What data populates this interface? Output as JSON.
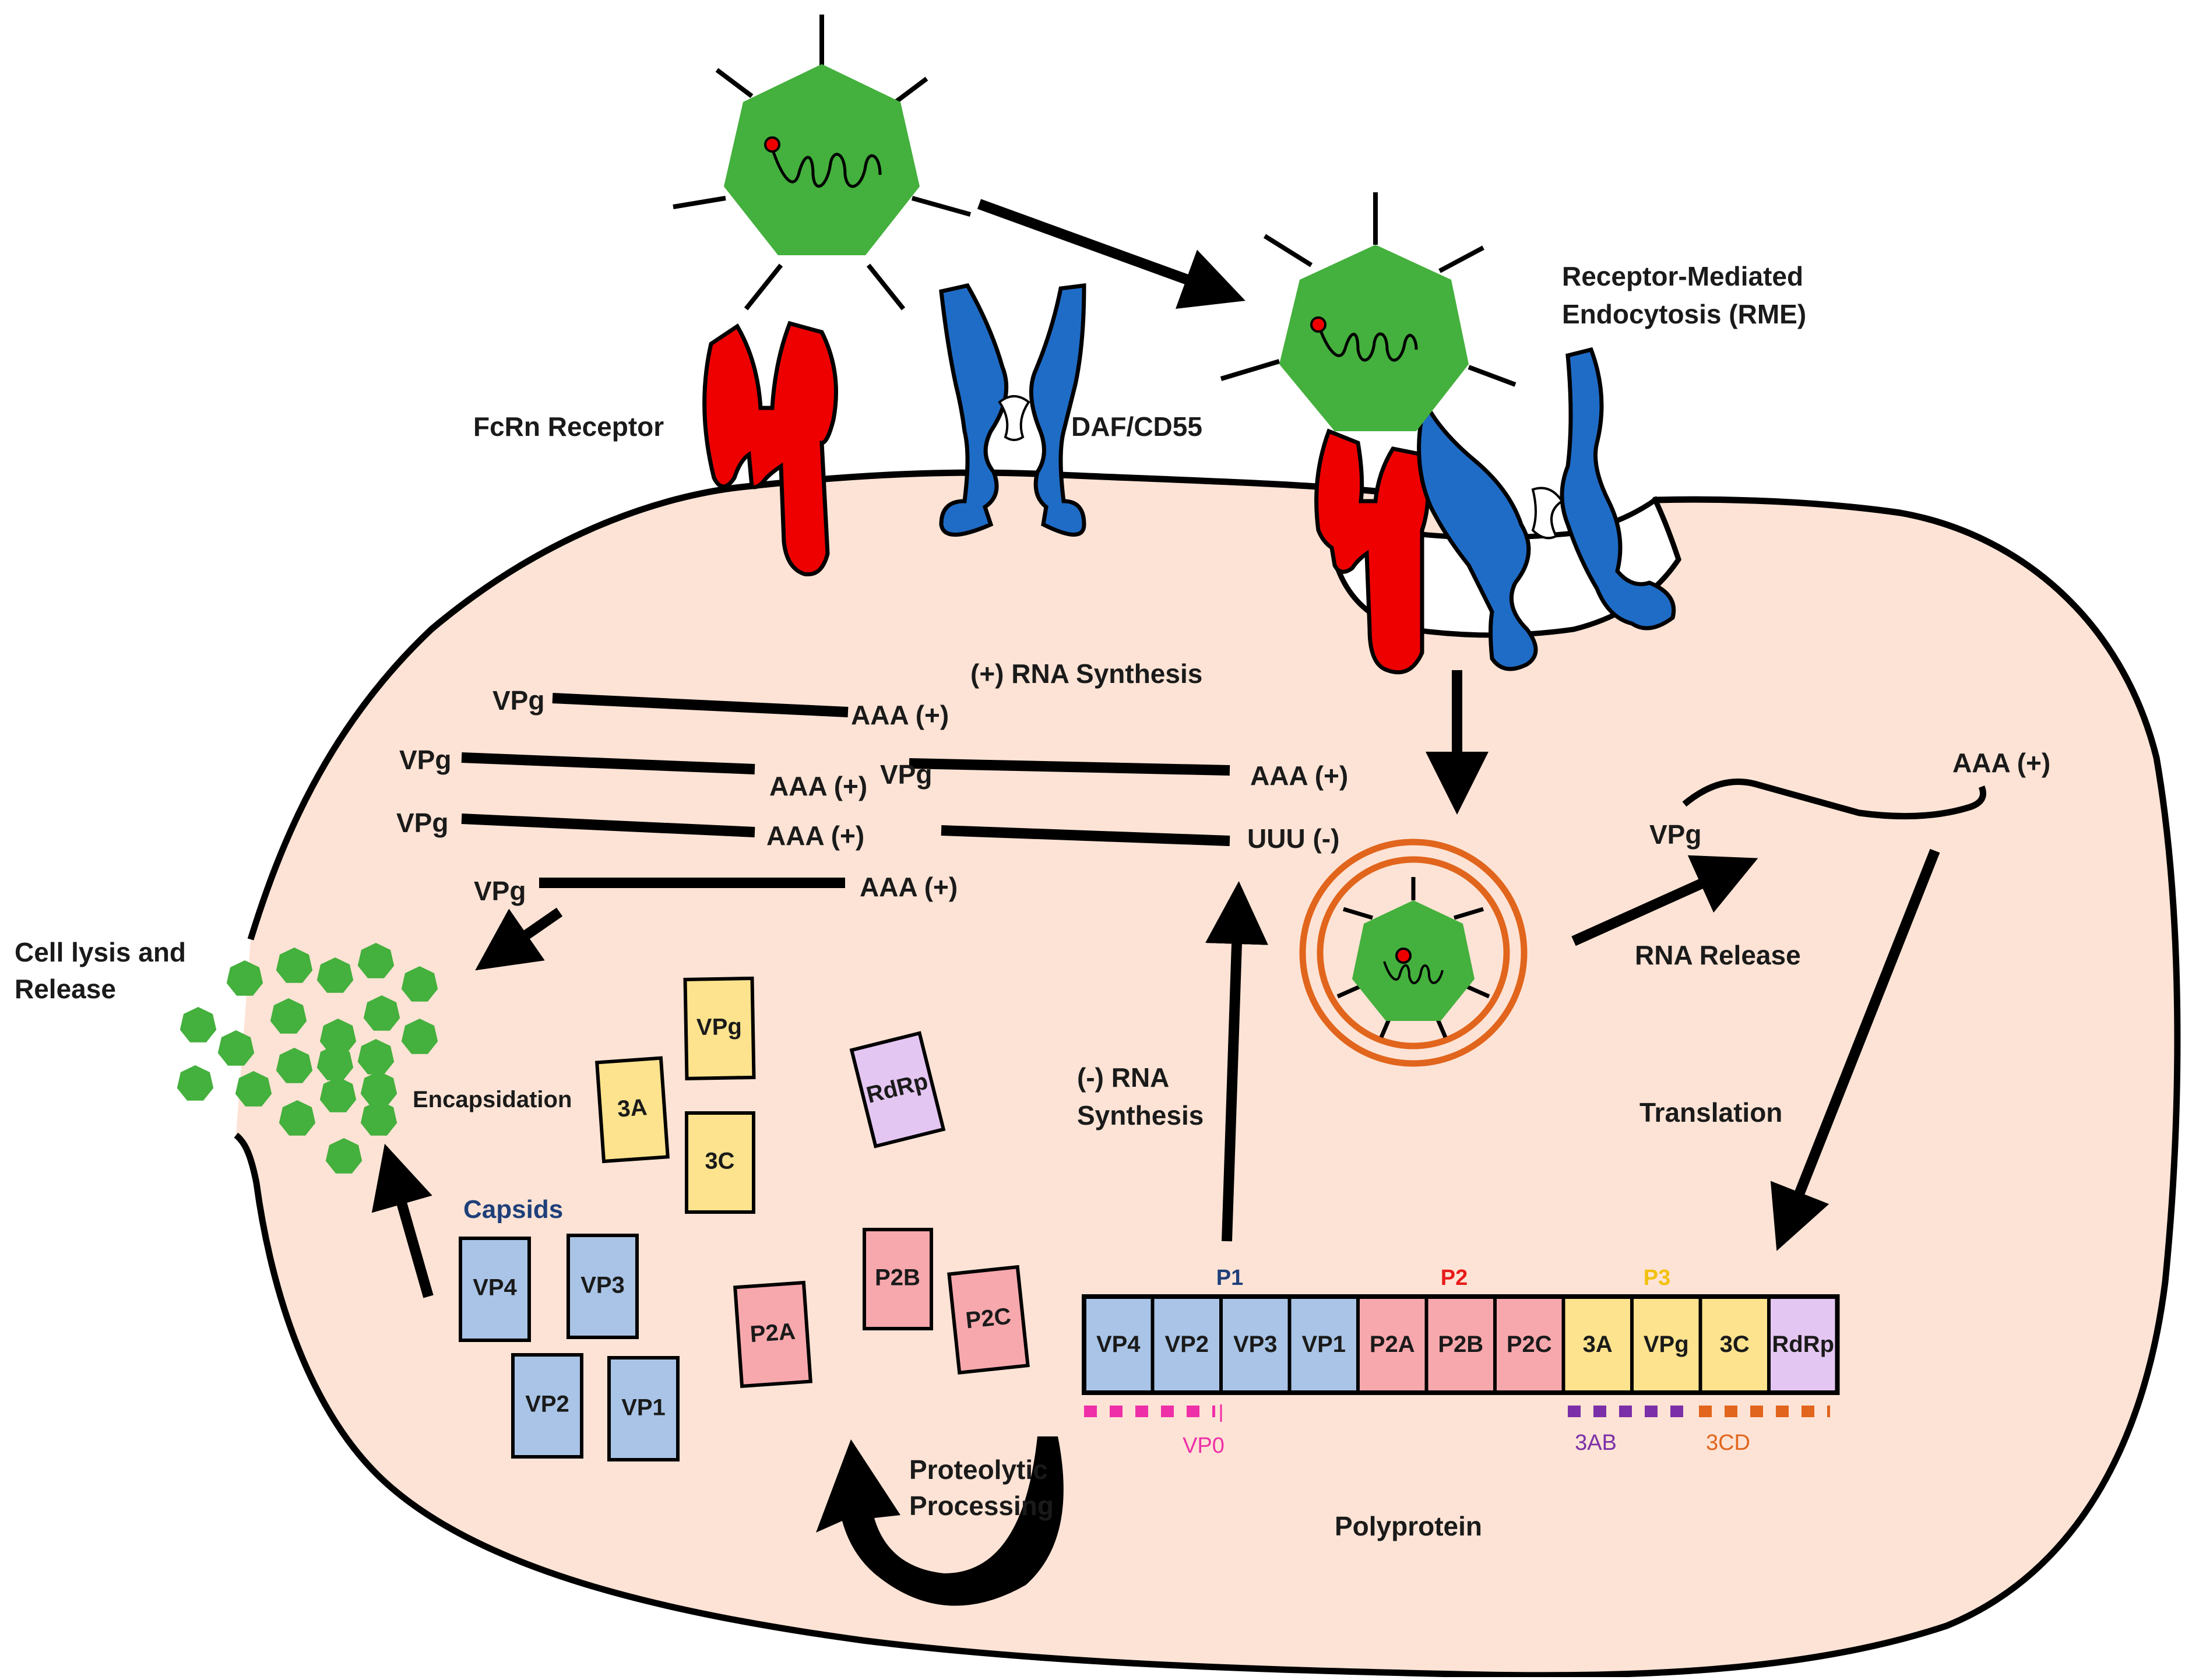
{
  "labels": {
    "fcrn": "FcRn Receptor",
    "daf": "DAF/CD55",
    "rme_line1": "Receptor-Mediated",
    "rme_line2": "Endocytosis (RME)",
    "pos_rna_synthesis": "(+) RNA Synthesis",
    "neg_rna_line1": "(-) RNA",
    "neg_rna_line2": "Synthesis",
    "rna_release": "RNA Release",
    "translation": "Translation",
    "lysis_line1": "Cell lysis and",
    "lysis_line2": "Release",
    "encapsidation": "Encapsidation",
    "capsids": "Capsids",
    "proteolytic_line1": "Proteolytic",
    "proteolytic_line2": "Processing",
    "polyprotein": "Polyprotein"
  },
  "rna": {
    "vpg": "VPg",
    "poly_a_plus": "AAA (+)",
    "poly_u_minus": "UUU (-)"
  },
  "free_proteins": {
    "vpg": "VPg",
    "3a": "3A",
    "3c": "3C",
    "rdrp": "RdRp",
    "p2b": "P2B",
    "p2a": "P2A",
    "p2c": "P2C",
    "vp4": "VP4",
    "vp3": "VP3",
    "vp2": "VP2",
    "vp1": "VP1"
  },
  "polyprotein": {
    "segments": [
      "VP4",
      "VP2",
      "VP3",
      "VP1",
      "P2A",
      "P2B",
      "P2C",
      "3A",
      "VPg",
      "3C",
      "RdRp"
    ],
    "regions": {
      "p1": "P1",
      "p2": "P2",
      "p3": "P3"
    },
    "sub_labels": {
      "vp0": "VP0",
      "3ab": "3AB",
      "3cd": "3CD"
    }
  },
  "colors": {
    "cell": "#fde3d5",
    "virus": "#44b03d",
    "fcrn": "#ee0000",
    "daf": "#1f6cc6",
    "p1": "#a9c4e6",
    "p2": "#f7a8ad",
    "p3": "#fde38d",
    "rdrp": "#e4c6f2",
    "endosome": "#e1651c",
    "vp0": "#ee2fa8",
    "3ab": "#7b2fa8",
    "3cd": "#e1651c",
    "p1_label": "#1e3f7a",
    "p2_label": "#e81b1b",
    "p3_label": "#f2c10f"
  }
}
